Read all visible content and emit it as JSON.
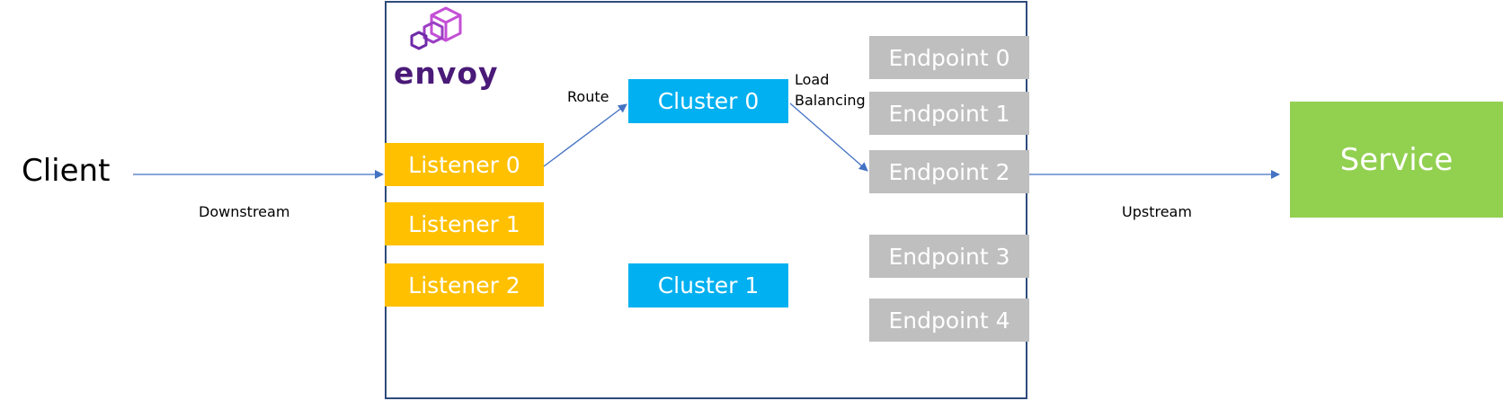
{
  "logo": {
    "text": "envoy"
  },
  "client": {
    "label": "Client"
  },
  "service": {
    "label": "Service"
  },
  "edges": {
    "downstream": "Downstream",
    "upstream": "Upstream",
    "route": "Route",
    "load_balancing_line1": "Load",
    "load_balancing_line2": "Balancing"
  },
  "listeners": [
    {
      "label": "Listener 0"
    },
    {
      "label": "Listener 1"
    },
    {
      "label": "Listener 2"
    }
  ],
  "clusters": [
    {
      "label": "Cluster 0"
    },
    {
      "label": "Cluster 1"
    }
  ],
  "endpoints": [
    {
      "label": "Endpoint 0"
    },
    {
      "label": "Endpoint 1"
    },
    {
      "label": "Endpoint 2"
    },
    {
      "label": "Endpoint 3"
    },
    {
      "label": "Endpoint 4"
    }
  ],
  "colors": {
    "listener": "#ffc000",
    "cluster": "#00b0f0",
    "endpoint": "#bfbfbf",
    "service": "#92d050",
    "arrow": "#4472c4",
    "frame": "#2f4b7c",
    "logo": "#c44fd6"
  }
}
